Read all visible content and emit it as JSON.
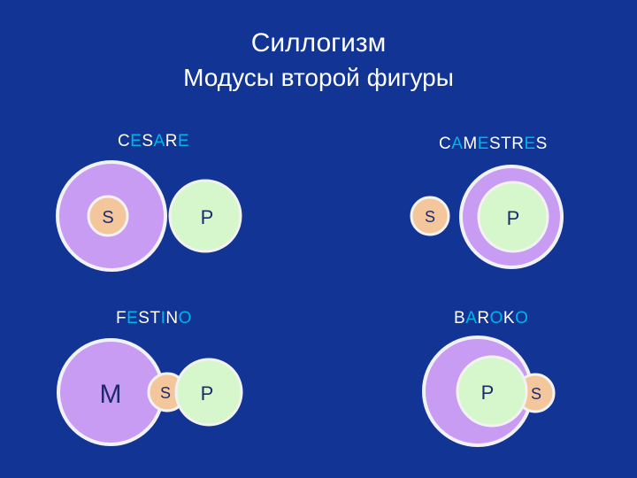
{
  "header": {
    "title": "Силлогизм",
    "subtitle": "Модусы второй фигуры"
  },
  "colors": {
    "background": "#123595",
    "circle_purple": "#c89cf2",
    "circle_green": "#d6f7cb",
    "circle_peach": "#f3c69c",
    "vowel_text": "#00b4e6",
    "consonant_text": "#ffffff",
    "label_text": "#1e2a6e"
  },
  "moods": [
    {
      "name": "CESARE",
      "letters": [
        {
          "ch": "C",
          "vowel": false
        },
        {
          "ch": "E",
          "vowel": true
        },
        {
          "ch": "S",
          "vowel": false
        },
        {
          "ch": "A",
          "vowel": true
        },
        {
          "ch": "R",
          "vowel": false
        },
        {
          "ch": "E",
          "vowel": true
        }
      ],
      "labels": {
        "s": "S",
        "p": "P"
      }
    },
    {
      "name": "CAMESTRES",
      "letters": [
        {
          "ch": "C",
          "vowel": false
        },
        {
          "ch": "A",
          "vowel": true
        },
        {
          "ch": "M",
          "vowel": false
        },
        {
          "ch": "E",
          "vowel": true
        },
        {
          "ch": "S",
          "vowel": false
        },
        {
          "ch": "T",
          "vowel": false
        },
        {
          "ch": "R",
          "vowel": false
        },
        {
          "ch": "E",
          "vowel": true
        },
        {
          "ch": "S",
          "vowel": false
        }
      ],
      "labels": {
        "s": "S",
        "p": "P"
      }
    },
    {
      "name": "FESTINO",
      "letters": [
        {
          "ch": "F",
          "vowel": false
        },
        {
          "ch": "E",
          "vowel": true
        },
        {
          "ch": "S",
          "vowel": false
        },
        {
          "ch": "T",
          "vowel": false
        },
        {
          "ch": "I",
          "vowel": true
        },
        {
          "ch": "N",
          "vowel": false
        },
        {
          "ch": "O",
          "vowel": true
        }
      ],
      "labels": {
        "m": "M",
        "s": "S",
        "p": "P"
      }
    },
    {
      "name": "BAROKO",
      "letters": [
        {
          "ch": "B",
          "vowel": false
        },
        {
          "ch": "A",
          "vowel": true
        },
        {
          "ch": "R",
          "vowel": false
        },
        {
          "ch": "O",
          "vowel": true
        },
        {
          "ch": "K",
          "vowel": false
        },
        {
          "ch": "O",
          "vowel": true
        }
      ],
      "labels": {
        "p": "P",
        "s": "S"
      }
    }
  ]
}
